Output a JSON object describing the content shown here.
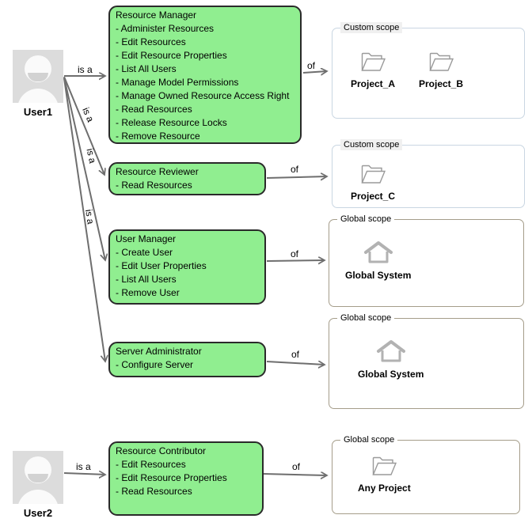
{
  "edge_labels": {
    "is_a": "is a",
    "of": "of"
  },
  "users": [
    {
      "name": "User1"
    },
    {
      "name": "User2"
    }
  ],
  "roles": [
    {
      "title": "Resource Manager",
      "permissions": [
        "- Administer Resources",
        "- Edit Resources",
        "- Edit Resource Properties",
        "- List All Users",
        "- Manage Model Permissions",
        "- Manage Owned Resource Access Right",
        "- Read Resources",
        "- Release Resource Locks",
        "- Remove Resource"
      ]
    },
    {
      "title": "Resource Reviewer",
      "permissions": [
        "- Read Resources"
      ]
    },
    {
      "title": "User Manager",
      "permissions": [
        "- Create User",
        "- Edit User Properties",
        "- List All Users",
        "- Remove User"
      ]
    },
    {
      "title": "Server Administrator",
      "permissions": [
        "- Configure Server"
      ]
    },
    {
      "title": "Resource Contributor",
      "permissions": [
        "- Edit Resources",
        "- Edit Resource Properties",
        "- Read Resources"
      ]
    }
  ],
  "scopes": [
    {
      "label": "Custom scope",
      "type": "custom",
      "items": [
        {
          "name": "Project_A",
          "icon": "folder"
        },
        {
          "name": "Project_B",
          "icon": "folder"
        }
      ]
    },
    {
      "label": "Custom scope",
      "type": "custom",
      "items": [
        {
          "name": "Project_C",
          "icon": "folder"
        }
      ]
    },
    {
      "label": "Global scope",
      "type": "global",
      "items": [
        {
          "name": "Global System",
          "icon": "home"
        }
      ]
    },
    {
      "label": "Global scope",
      "type": "global",
      "items": [
        {
          "name": "Global System",
          "icon": "home"
        }
      ]
    },
    {
      "label": "Global scope",
      "type": "global",
      "items": [
        {
          "name": "Any Project",
          "icon": "folder"
        }
      ]
    }
  ],
  "colors": {
    "role_fill": "#90ee90",
    "role_border": "#2a2a2a",
    "custom_scope_border": "#c9d6e2",
    "global_scope_border": "#a59d8a",
    "arrow": "#6e6e6e",
    "avatar_bg": "#dcdcdc"
  }
}
